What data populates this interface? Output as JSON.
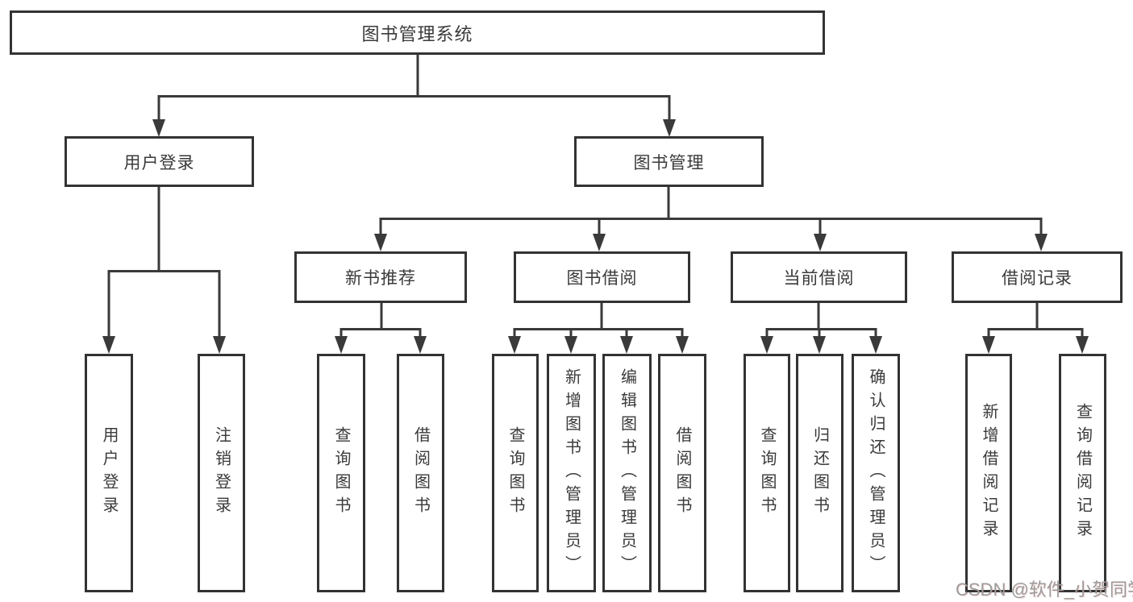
{
  "diagram_title": "图书管理系统",
  "tree": {
    "root": {
      "label": "图书管理系统"
    },
    "user_login": {
      "label": "用户登录",
      "children": [
        "用户登录",
        "注销登录"
      ]
    },
    "book_management": {
      "label": "图书管理"
    },
    "new_book_recommend": {
      "label": "新书推荐",
      "children": [
        "查询图书",
        "借阅图书"
      ]
    },
    "book_borrowing": {
      "label": "图书借阅",
      "children": [
        "查询图书",
        "新增图书（管理员）",
        "编辑图书（管理员）",
        "借阅图书"
      ]
    },
    "current_borrowing": {
      "label": "当前借阅",
      "children": [
        "查询图书",
        "归还图书",
        "确认归还（管理员）"
      ]
    },
    "borrowing_records": {
      "label": "借阅记录",
      "children": [
        "新增借阅记录",
        "查询借阅记录"
      ]
    }
  },
  "watermark": "CSDN @软件_小贺同学",
  "colors": {
    "line": "#3a3a3a",
    "box_border": "#333333",
    "text": "#3a3a3a",
    "watermark": "#9c9c9c",
    "background": "#ffffff"
  }
}
